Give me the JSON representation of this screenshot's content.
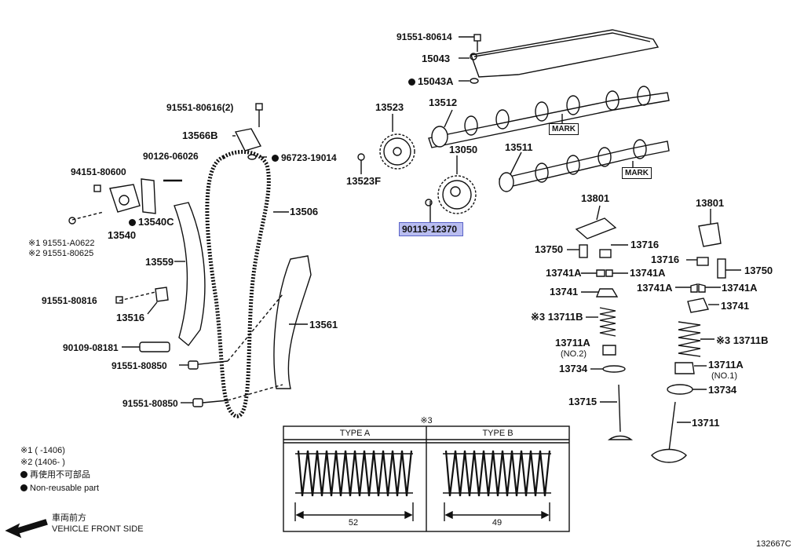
{
  "parts": {
    "p91551_80614": "91551-80614",
    "p15043": "15043",
    "p15043A": "15043A",
    "p13523": "13523",
    "p13512": "13512",
    "p13050": "13050",
    "p13511": "13511",
    "p91551_80616": "91551-80616(2)",
    "p13566B": "13566B",
    "p96723_19014": "96723-19014",
    "p90126_06026": "90126-06026",
    "p94151_80600": "94151-80600",
    "p13540C": "13540C",
    "p13540": "13540",
    "p13523F": "13523F",
    "p13506": "13506",
    "p90119_12370": "90119-12370",
    "p13801_l": "13801",
    "p13801_r": "13801",
    "p91551_A0622": "※1 91551-A0622",
    "p91551_80625": "※2 91551-80625",
    "p13559": "13559",
    "p13750_l": "13750",
    "p13716_l": "13716",
    "p13716_r": "13716",
    "p13750_r": "13750",
    "p13741A_l1": "13741A",
    "p13741A_l2": "13741A",
    "p13741A_r1": "13741A",
    "p13741A_r2": "13741A",
    "p91551_80816": "91551-80816",
    "p13741_l": "13741",
    "p13741_r": "13741",
    "p13516": "13516",
    "p13561": "13561",
    "p13711B_l": "※3 13711B",
    "p13711B_r": "※3 13711B",
    "p90109_08181": "90109-08181",
    "p13711A_l": "13711A",
    "p13711A_l_note": "(NO.2)",
    "p13711A_r": "13711A",
    "p13711A_r_note": "(NO.1)",
    "p91551_80850_a": "91551-80850",
    "p13734_l": "13734",
    "p13734_r": "13734",
    "p91551_80850_b": "91551-80850",
    "p13715": "13715",
    "p13711": "13711"
  },
  "mark_labels": [
    "MARK",
    "MARK"
  ],
  "spring_table": {
    "note": "※3",
    "type_a": "TYPE A",
    "type_b": "TYPE B",
    "dim_a": "52",
    "dim_b": "49"
  },
  "legend": {
    "line1": "※1 (      -1406)",
    "line2": "※2 (1406-      )",
    "line3": "再使用不可部品",
    "line4": "Non-reusable part",
    "front_jp": "車両前方",
    "front_en": "VEHICLE FRONT SIDE"
  },
  "diagram_code": "132667C",
  "colors": {
    "highlight": "#b9bdf0",
    "highlight_border": "#5a63c8",
    "ink": "#111111"
  }
}
